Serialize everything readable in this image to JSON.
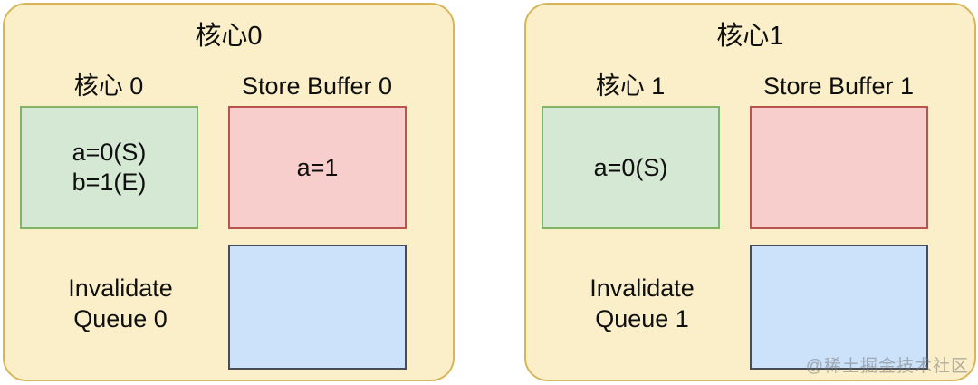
{
  "diagram": {
    "type": "mesi-store-buffer-invalidate-queue",
    "watermark": "@稀土掘金技术社区",
    "colors": {
      "panel_fill": "#faefc9",
      "panel_border": "#d6b656",
      "cache_fill": "#d5e8d4",
      "cache_border": "#82b366",
      "store_buffer_fill": "#f8cecc",
      "store_buffer_border": "#b85450",
      "invalidate_queue_fill": "#cce2fb",
      "invalidate_queue_border": "#4b4b53",
      "text": "#0f0f0f",
      "background": "#ffffff"
    },
    "panels": [
      {
        "title": "核心0",
        "cache": {
          "label": "核心 0",
          "content": "a=0(S)\nb=1(E)"
        },
        "store_buffer": {
          "label": "Store Buffer 0",
          "content": "a=1"
        },
        "invalidate_queue": {
          "label": "Invalidate\nQueue 0",
          "content": ""
        }
      },
      {
        "title": "核心1",
        "cache": {
          "label": "核心 1",
          "content": "a=0(S)"
        },
        "store_buffer": {
          "label": "Store Buffer 1",
          "content": ""
        },
        "invalidate_queue": {
          "label": "Invalidate\nQueue 1",
          "content": ""
        }
      }
    ]
  }
}
